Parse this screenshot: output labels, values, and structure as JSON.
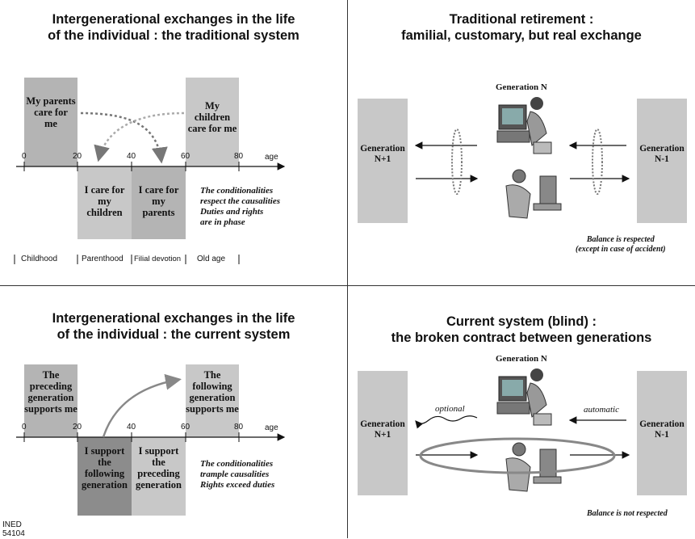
{
  "panel1": {
    "title_line1": "Intergenerational exchanges in the life",
    "title_line2": "of the individual : the traditional system",
    "box_top_left": [
      "My parents",
      "care for",
      "me"
    ],
    "box_top_right": [
      "My",
      "children",
      "care for me"
    ],
    "box_bottom_left": [
      "I care for",
      "my",
      "children"
    ],
    "box_bottom_right": [
      "I care for",
      "my",
      "parents"
    ],
    "ticks": [
      "0",
      "20",
      "40",
      "60",
      "80"
    ],
    "axis_label": "age",
    "note": [
      "The conditionalities",
      "respect the causalities",
      "Duties and rights",
      "are in phase"
    ],
    "stages": [
      "Childhood",
      "Parenthood",
      "Filial devotion",
      "Old age"
    ]
  },
  "panel2": {
    "title_line1": "Traditional retirement :",
    "title_line2": "familial, customary, but real exchange",
    "generation_n": "Generation N",
    "left_box": [
      "Generation",
      "N+1"
    ],
    "right_box": [
      "Generation",
      "N-1"
    ],
    "note": [
      "Balance is respected",
      "(except in case of accident)"
    ]
  },
  "panel3": {
    "title_line1": "Intergenerational exchanges in the life",
    "title_line2": "of the individual : the current system",
    "box_top_left": [
      "The",
      "preceding",
      "generation",
      "supports me"
    ],
    "box_top_right": [
      "The",
      "following",
      "generation",
      "supports me"
    ],
    "box_bottom_left": [
      "I support",
      "the",
      "following",
      "generation"
    ],
    "box_bottom_right": [
      "I support",
      "the",
      "preceding",
      "generation"
    ],
    "ticks": [
      "0",
      "20",
      "40",
      "60",
      "80"
    ],
    "axis_label": "age",
    "note": [
      "The conditionalities",
      "trample causalities",
      "Rights exceed duties"
    ]
  },
  "panel4": {
    "title_line1": "Current system (blind) :",
    "title_line2": "the broken contract between generations",
    "generation_n": "Generation N",
    "left_box": [
      "Generation",
      "N+1"
    ],
    "right_box": [
      "Generation",
      "N-1"
    ],
    "label_optional": "optional",
    "label_automatic": "automatic",
    "note": "Balance is  not respected"
  },
  "footer": {
    "line1": "INED",
    "line2": "54104"
  }
}
